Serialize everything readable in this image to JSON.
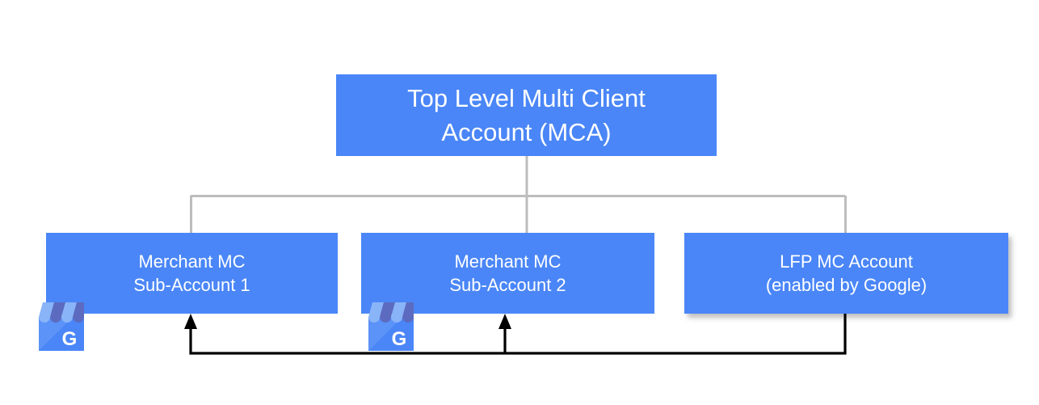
{
  "diagram": {
    "title_text": "",
    "type": "org-hierarchy",
    "background_color": "#ffffff",
    "node_fill_color": "#4a86f7",
    "node_text_color": "#ffffff",
    "tree_line_color": "#bdbdbd",
    "feed_line_color": "#000000"
  },
  "nodes": {
    "mca": {
      "line1": "Top Level Multi Client",
      "line2": "Account (MCA)"
    },
    "sub1": {
      "line1": "Merchant MC",
      "line2": "Sub-Account 1"
    },
    "sub2": {
      "line1": "Merchant MC",
      "line2": "Sub-Account 2"
    },
    "lfp": {
      "line1": "LFP MC Account",
      "line2": "(enabled by Google)"
    }
  },
  "icons": {
    "gbp_1": "google-business-profile-icon",
    "gbp_2": "google-business-profile-icon",
    "gbp_letter": "G",
    "gbp_colors": {
      "awning_light": "#8ab4f8",
      "awning_dark": "#5c6bc0",
      "body": "#4a86f7",
      "body_shade": "#5b93f8"
    }
  },
  "edges": {
    "mca_to_children": "tree-connector",
    "lfp_to_subaccounts": "feed-arrows"
  }
}
